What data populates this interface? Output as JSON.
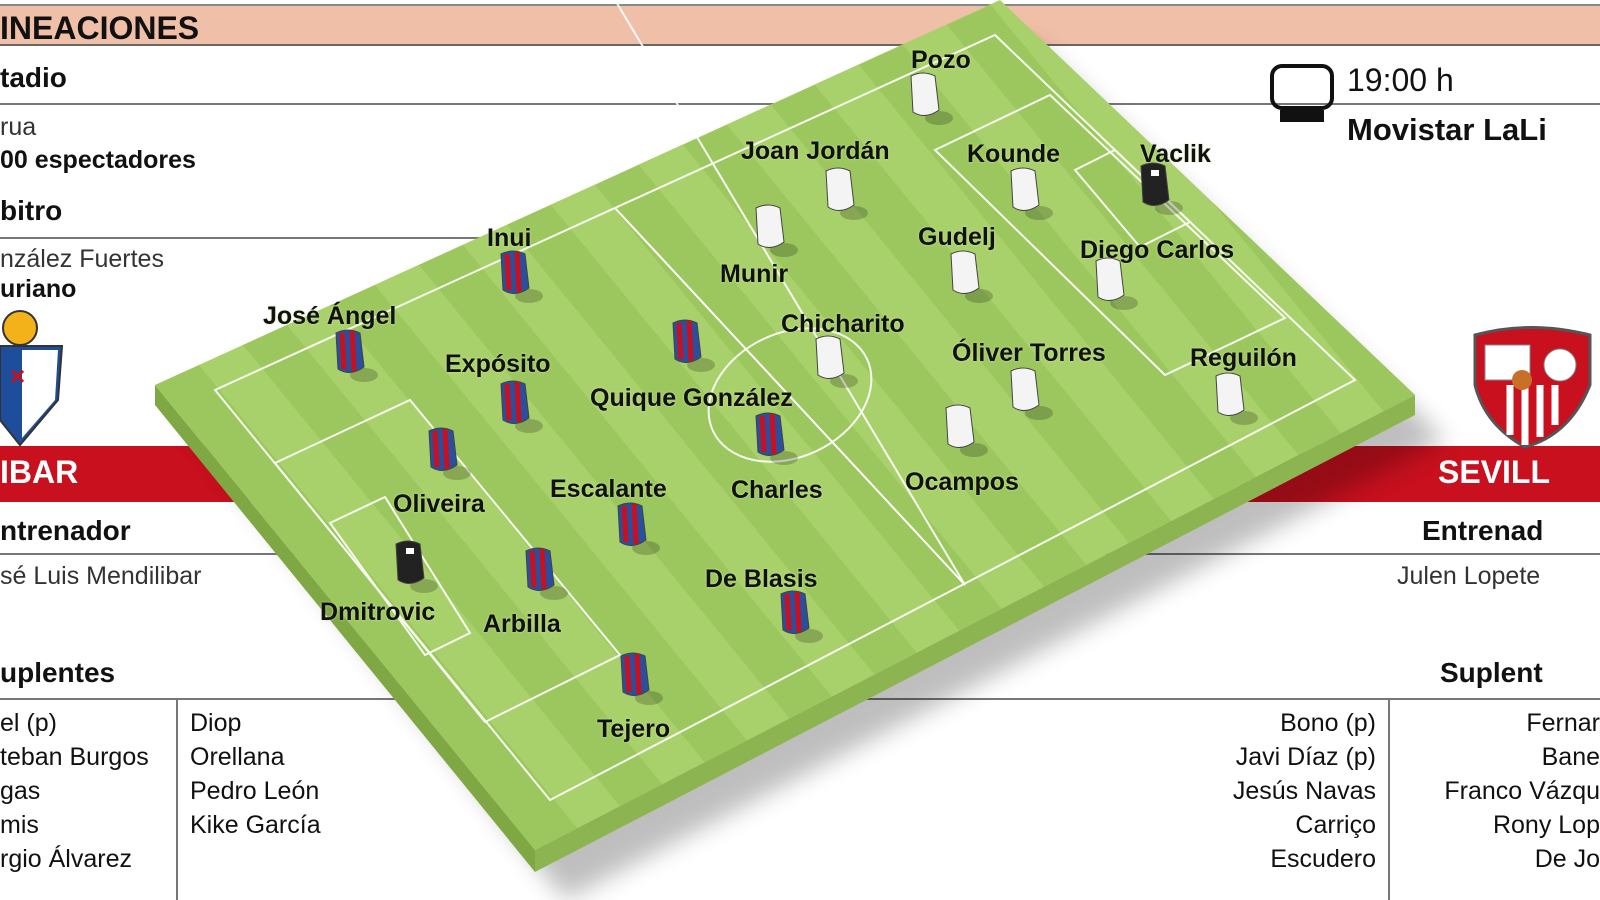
{
  "header": {
    "title": "INEACIONES"
  },
  "stadium": {
    "label": "tadio",
    "name": "rua",
    "capacity": "00 espectadores"
  },
  "referee": {
    "label": "bitro",
    "name": "nzález Fuertes",
    "college": "uriano"
  },
  "broadcast": {
    "time": "19:00 h",
    "channel": "Movistar LaLi",
    "icon": "tv-icon"
  },
  "home": {
    "name": "IBAR",
    "coach_label": "ntrenador",
    "coach": "sé Luis Mendilibar",
    "subs_label": "uplentes",
    "subs_col1": [
      "el (p)",
      "teban Burgos",
      "gas",
      "mis",
      "rgio Álvarez"
    ],
    "subs_col2": [
      "Diop",
      "Orellana",
      "Pedro León",
      "Kike García"
    ],
    "color": "#c8101e"
  },
  "away": {
    "name": "SEVILL",
    "coach_label": "Entrenad",
    "coach": "Julen Lopete",
    "subs_label": "Suplent",
    "subs_col1": [
      "Bono (p)",
      "Javi Díaz (p)",
      "Jesús Navas",
      "Carriço",
      "Escudero"
    ],
    "subs_col2": [
      "Fernar",
      "Bane",
      "Franco Vázqu",
      "Rony Lop",
      "De Jo"
    ]
  },
  "home_players": [
    "Dmitrovic",
    "Tejero",
    "Arbilla",
    "Oliveira",
    "José Ángel",
    "Escalante",
    "De Blasis",
    "Expósito",
    "Inui",
    "Quique González",
    "Charles"
  ],
  "away_players": [
    "Vaclik",
    "Kounde",
    "Diego Carlos",
    "Reguilón",
    "Pozo",
    "Joan Jordán",
    "Gudelj",
    "Óliver Torres",
    "Munir",
    "Chicharito",
    "Ocampos"
  ],
  "colors": {
    "pitch": "#a9d16b",
    "pitch_stripe": "#9cc75e",
    "band": "#c8101e",
    "header": "#f0bfa8"
  }
}
